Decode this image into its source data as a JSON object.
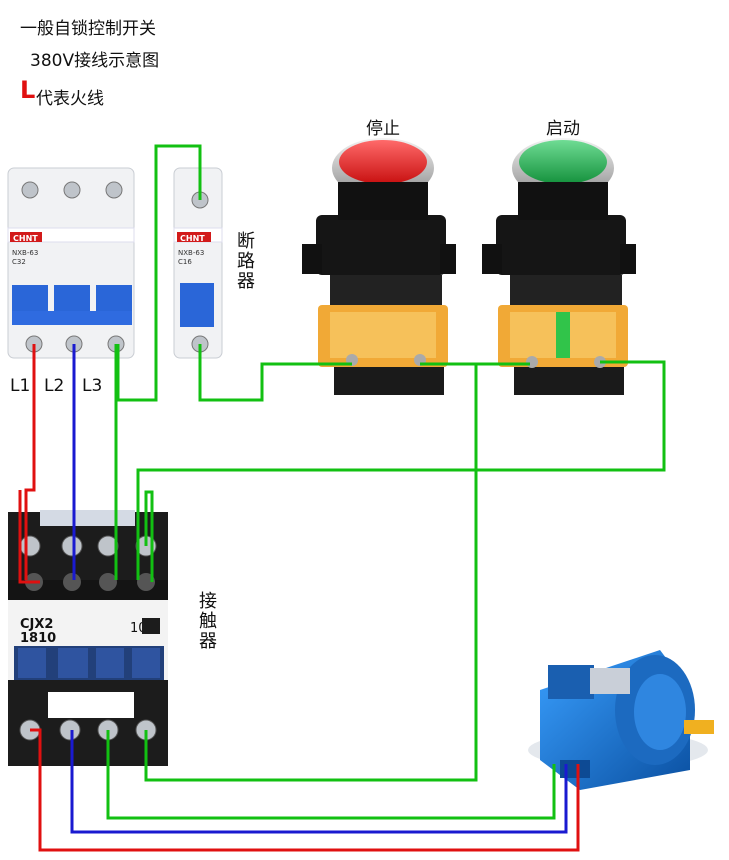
{
  "header": {
    "line1": "一般自锁控制开关",
    "line2": "380V接线示意图",
    "line3_letter": "L",
    "line3_text": "代表火线"
  },
  "labels": {
    "breaker_vertical": "断路器",
    "contactor_vertical": "接触器",
    "stop_button": "停止",
    "start_button": "启动",
    "phase_l1": "L1",
    "phase_l2": "L2",
    "phase_l3": "L3"
  },
  "device_text": {
    "breaker_3p_brand": "CHNT",
    "breaker_3p_model": "NXB-63",
    "breaker_3p_rating": "C32",
    "breaker_1p_brand": "CHNT",
    "breaker_1p_model": "NXB-63",
    "breaker_1p_rating": "C16",
    "contactor_model": "CJX2",
    "contactor_rating": "1810",
    "contactor_aux": "10"
  },
  "colors": {
    "wire_l1": "#e01010",
    "wire_l2": "#1a1ad0",
    "wire_l3": "#12c012",
    "control_wire": "#12c012",
    "stop_cap": "#e02020",
    "start_cap": "#1fae4a",
    "breaker_handle": "#2a66d8",
    "contactor_body": "#1a1a1a",
    "motor_body": "#1f78d0",
    "button_terminal": "#f0a020"
  }
}
